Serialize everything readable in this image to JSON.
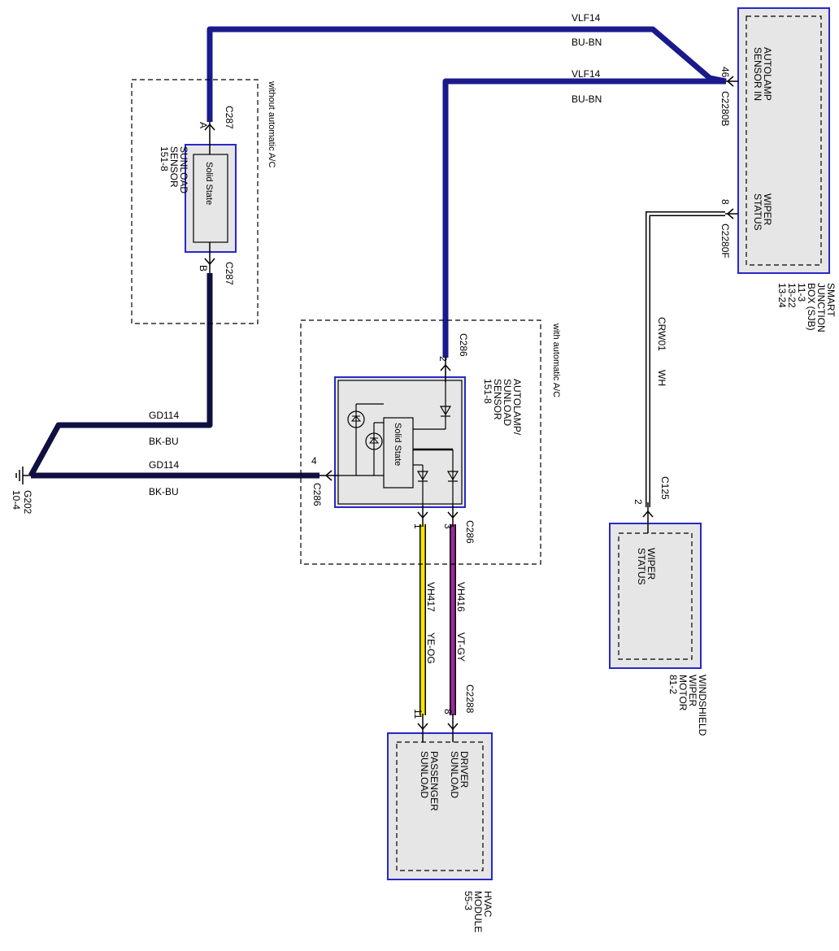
{
  "wires": {
    "top_upper": {
      "circuit": "VLF14",
      "color_code": "BU-BN"
    },
    "top_lower": {
      "circuit": "VLF14",
      "color_code": "BU-BN"
    },
    "ground_upper": {
      "circuit": "GD114",
      "color_code": "BK-BU"
    },
    "ground_lower": {
      "circuit": "GD114",
      "color_code": "BK-BU"
    },
    "wiper": {
      "circuit": "CRW01",
      "color_code": "WH"
    },
    "passenger": {
      "circuit": "VH417",
      "color_code": "YE-OG"
    },
    "driver": {
      "circuit": "VH416",
      "color_code": "VT-GY"
    }
  },
  "components": {
    "sjb": {
      "line1": "SMART",
      "line2": "JUNCTION",
      "line3": "BOX (SJB)",
      "line4": "11-3",
      "line5": "13-22",
      "line6": "13-24",
      "pin_autolamp": "AUTOLAMP",
      "pin_autolamp2": "SENSOR IN",
      "pin_wiper": "WIPER",
      "pin_wiper2": "STATUS"
    },
    "sunload": {
      "line1": "SUNLOAD",
      "line2": "SENSOR",
      "line3": "151-8",
      "inner": "Solid State",
      "note": "without automatic A/C"
    },
    "autolamp": {
      "line1": "AUTOLAMP/",
      "line2": "SUNLOAD",
      "line3": "SENSOR",
      "line4": "151-8",
      "inner": "Solid State",
      "note": "with automatic A/C"
    },
    "wiper_motor": {
      "line1": "WINDSHIELD",
      "line2": "WIPER",
      "line3": "MOTOR",
      "line4": "81-2",
      "inner1": "WIPER",
      "inner2": "STATUS"
    },
    "hvac": {
      "line1": "HVAC",
      "line2": "MODULE",
      "line3": "55-3",
      "pin_driver1": "DRIVER",
      "pin_driver2": "SUNLOAD",
      "pin_pass1": "PASSENGER",
      "pin_pass2": "SUNLOAD"
    },
    "ground": {
      "name": "G202",
      "ref": "10-4"
    }
  },
  "connectors": {
    "c2280b": "C2280B",
    "c2280b_pin": "46",
    "c2280f": "C2280F",
    "c2280f_pin": "8",
    "c287a": "C287",
    "c287a_pin": "A",
    "c287b": "C287",
    "c287b_pin": "B",
    "c286_2": "C286",
    "c286_2_pin": "2",
    "c286_4": "C286",
    "c286_4_pin": "4",
    "c286_bot": "C286",
    "c286_pin1": "1",
    "c286_pin3": "3",
    "c125": "C125",
    "c125_pin": "2",
    "c2288": "C2288",
    "c2288_pin8": "8",
    "c2288_pin11": "11"
  },
  "colors": {
    "blue_wire": "#1a1a8c",
    "black_wire": "#101040",
    "yellow_wire": "#f5e400",
    "violet_wire": "#9a2a9a",
    "box_blue": "#2828c8",
    "fill_grey": "#e6e6e6"
  }
}
